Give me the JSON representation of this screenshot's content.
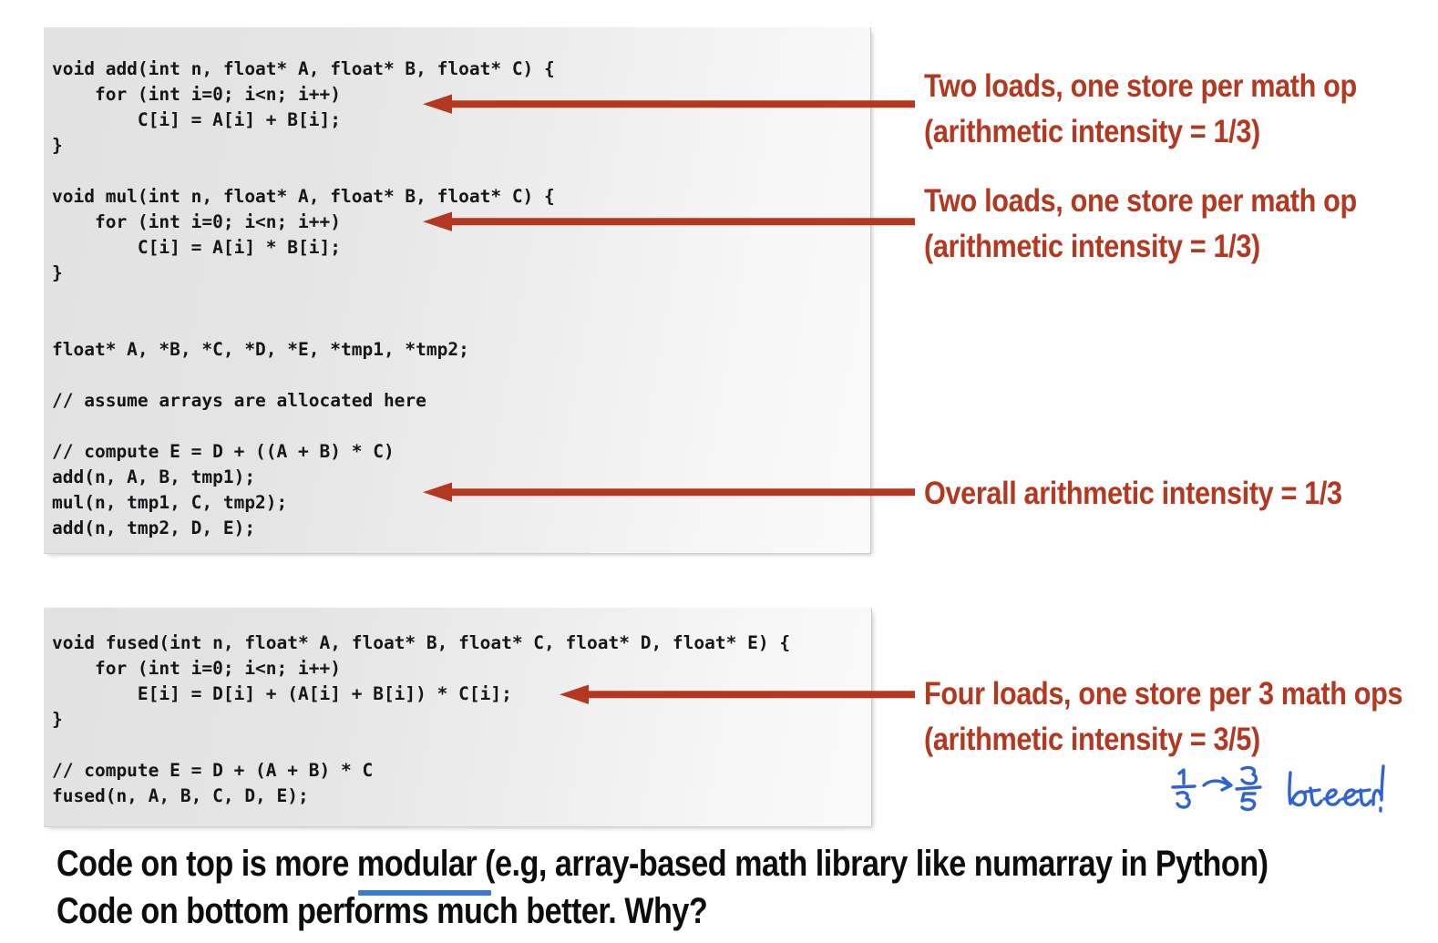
{
  "code_blocks": {
    "modular": {
      "label": "modular-code",
      "text": "void add(int n, float* A, float* B, float* C) {\n    for (int i=0; i<n; i++)\n        C[i] = A[i] + B[i];\n}\n\nvoid mul(int n, float* A, float* B, float* C) {\n    for (int i=0; i<n; i++)\n        C[i] = A[i] * B[i];\n}\n\n\nfloat* A, *B, *C, *D, *E, *tmp1, *tmp2;\n\n// assume arrays are allocated here\n\n// compute E = D + ((A + B) * C)\nadd(n, A, B, tmp1);\nmul(n, tmp1, C, tmp2);\nadd(n, tmp2, D, E);"
    },
    "fused": {
      "label": "fused-code",
      "text": "void fused(int n, float* A, float* B, float* C, float* D, float* E) {\n    for (int i=0; i<n; i++)\n        E[i] = D[i] + (A[i] + B[i]) * C[i];\n}\n\n// compute E = D + (A + B) * C\nfused(n, A, B, C, D, E);"
    }
  },
  "annotations": {
    "add": "Two loads, one store per math op\n(arithmetic intensity = 1/3)",
    "mul": "Two loads, one store per math op\n(arithmetic intensity = 1/3)",
    "overall": "Overall arithmetic intensity = 1/3",
    "fused": "Four loads, one store per 3 math ops\n(arithmetic intensity = 3/5)"
  },
  "handwriting": {
    "fraction_from": "1/3",
    "arrow": "→",
    "fraction_to": "3/5",
    "word": "better !"
  },
  "caption": {
    "line1": "Code on top is more modular (e.g, array-based math library like numarray in Python)",
    "line2": "Code on bottom performs much better. Why?",
    "underlined_word": "modular"
  },
  "colors": {
    "annotation_red": "#b4381f",
    "arrow_red": "#b4381f",
    "handwriting_blue": "#2f63d4",
    "underline_blue": "#3b78d8",
    "code_background": "#e4e4e4",
    "code_text": "#16161a"
  }
}
